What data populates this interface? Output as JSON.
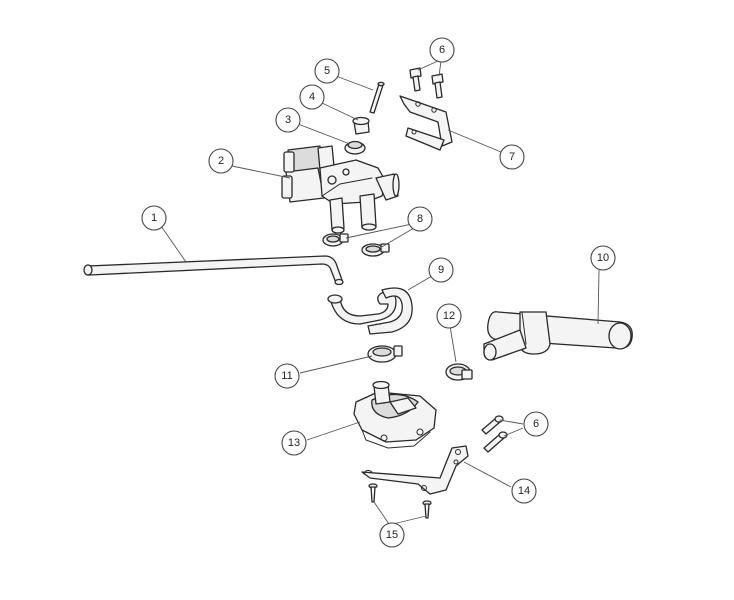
{
  "callouts": [
    {
      "id": "1",
      "label": "1"
    },
    {
      "id": "2",
      "label": "2"
    },
    {
      "id": "3",
      "label": "3"
    },
    {
      "id": "4",
      "label": "4"
    },
    {
      "id": "5",
      "label": "5"
    },
    {
      "id": "6a",
      "label": "6"
    },
    {
      "id": "7",
      "label": "7"
    },
    {
      "id": "8",
      "label": "8"
    },
    {
      "id": "9",
      "label": "9"
    },
    {
      "id": "10",
      "label": "10"
    },
    {
      "id": "11",
      "label": "11"
    },
    {
      "id": "12",
      "label": "12"
    },
    {
      "id": "13",
      "label": "13"
    },
    {
      "id": "6b",
      "label": "6"
    },
    {
      "id": "14",
      "label": "14"
    },
    {
      "id": "15",
      "label": "15"
    }
  ]
}
